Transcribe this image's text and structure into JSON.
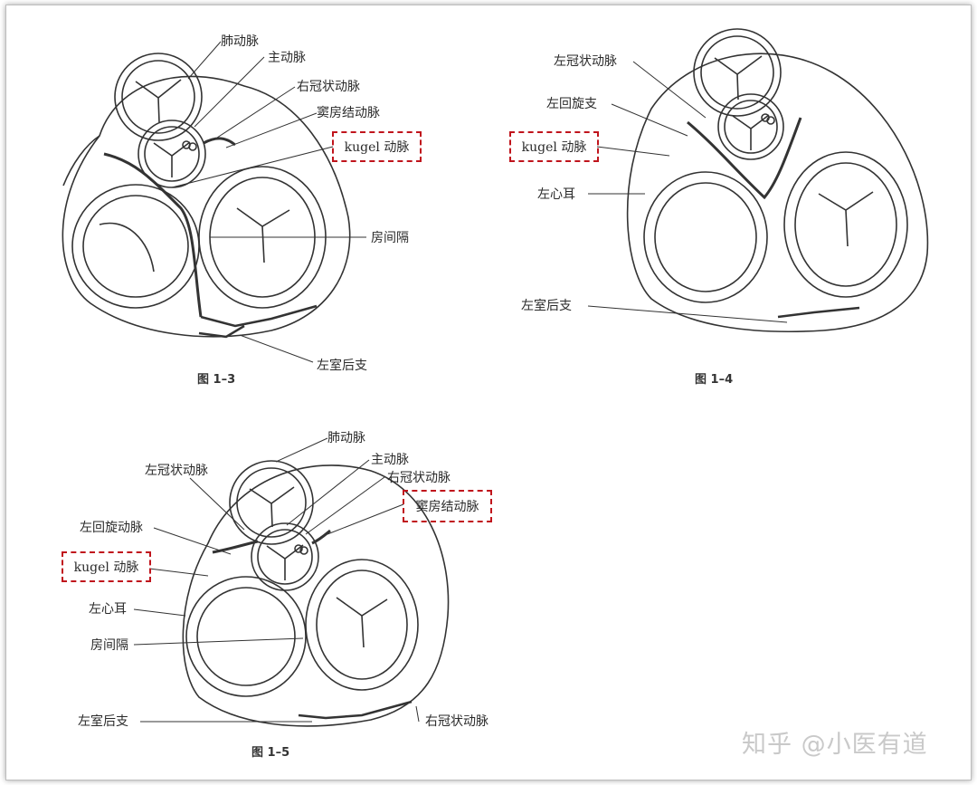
{
  "figures": [
    {
      "caption": "图 1–3",
      "labels": {
        "pulmonary_artery": "肺动脉",
        "aorta": "主动脉",
        "right_coronary": "右冠状动脉",
        "sinus_node_artery": "窦房结动脉",
        "kugel_artery": "kugel 动脉",
        "atrial_septum": "房间隔",
        "lv_posterior_branch": "左室后支"
      }
    },
    {
      "caption": "图 1–4",
      "labels": {
        "left_coronary": "左冠状动脉",
        "circumflex_branch": "左回旋支",
        "kugel_artery": "kugel 动脉",
        "left_auricle": "左心耳",
        "lv_posterior_branch": "左室后支"
      }
    },
    {
      "caption": "图 1–5",
      "labels": {
        "pulmonary_artery": "肺动脉",
        "left_coronary": "左冠状动脉",
        "aorta": "主动脉",
        "right_coronary_top": "右冠状动脉",
        "sinus_node_artery": "窦房结动脉",
        "circumflex_artery": "左回旋动脉",
        "kugel_artery": "kugel 动脉",
        "left_auricle": "左心耳",
        "atrial_septum": "房间隔",
        "lv_posterior_branch": "左室后支",
        "right_coronary_bottom": "右冠状动脉"
      }
    }
  ],
  "watermark": "知乎 @小医有道",
  "colors": {
    "highlight_box": "#c0141c",
    "line": "#333333"
  }
}
